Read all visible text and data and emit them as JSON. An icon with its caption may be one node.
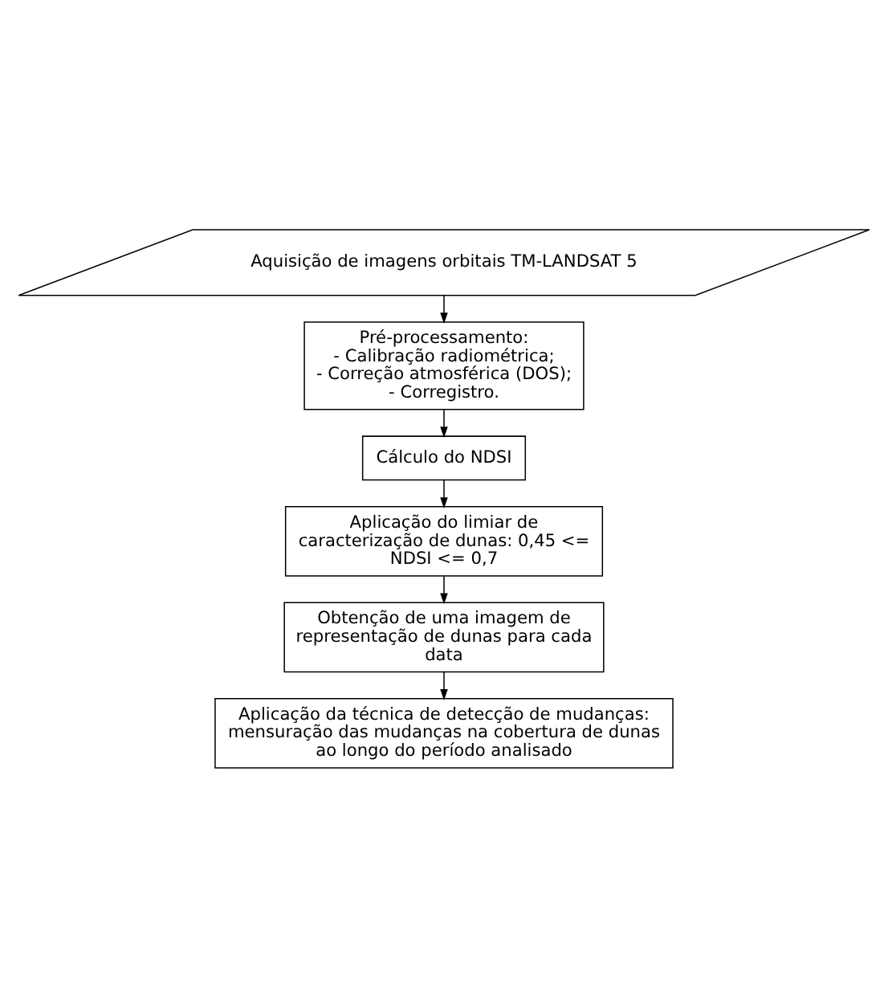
{
  "diagram": {
    "nodes": [
      {
        "text": [
          "Aquisição de imagens orbitais TM-LANDSAT 5"
        ]
      },
      {
        "text": [
          "Pré-processamento:",
          "- Calibração radiométrica;",
          "- Correção atmosférica (DOS);",
          "- Corregistro."
        ]
      },
      {
        "text": [
          "Cálculo do NDSI"
        ]
      },
      {
        "text": [
          "Aplicação do limiar de caracterização de dunas: 0,45 <= NDSI <= 0,7"
        ]
      },
      {
        "text": [
          "Obtenção de uma imagem de representação de dunas para cada data"
        ]
      },
      {
        "text": [
          "Aplicação da técnica de detecção de mudanças: mensuração das mudanças na cobertura de dunas ao longo do período analisado"
        ]
      }
    ],
    "edges": [
      {
        "from": 0,
        "to": 1,
        "arrow": "to"
      },
      {
        "from": 1,
        "to": 2,
        "arrow": "to"
      },
      {
        "from": 2,
        "to": 3,
        "arrow": "to"
      },
      {
        "from": 3,
        "to": 4,
        "arrow": "to"
      },
      {
        "from": 4,
        "to": 5,
        "arrow": "to"
      }
    ]
  }
}
